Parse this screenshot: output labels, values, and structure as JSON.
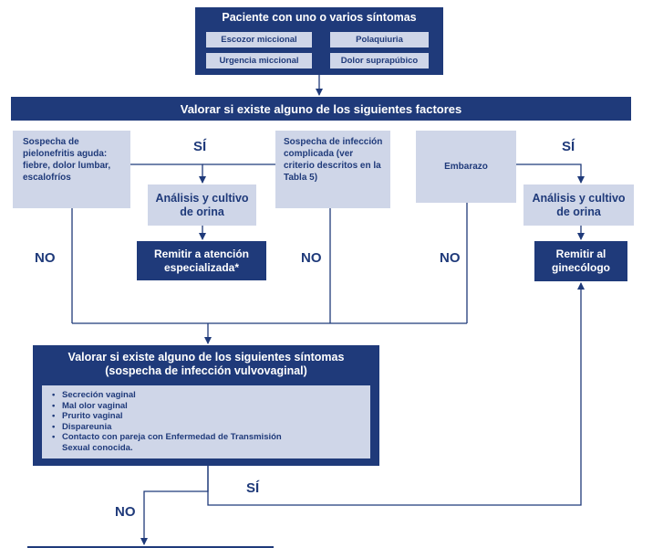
{
  "top": {
    "title": "Paciente con uno o varios síntomas",
    "symptoms": [
      "Escozor miccional",
      "Polaquiuria",
      "Urgencia miccional",
      "Dolor suprapúbico"
    ]
  },
  "factors_banner": "Valorar si existe alguno de los siguientes factores",
  "factor_1": "Sospecha de pielonefritis aguda: fiebre, dolor lumbar, escalofríos",
  "factor_2": "Sospecha de infección complicada (ver criterio descritos en la Tabla 5)",
  "factor_3": "Embarazo",
  "analysis_1": "Análisis y cultivo de orina",
  "analysis_2": "Análisis y cultivo de orina",
  "remit_specialist": "Remitir a atención especializada*",
  "remit_gyn": "Remitir al ginecólogo",
  "labels": {
    "si_1": "SÍ",
    "si_2": "SÍ",
    "si_3": "SÍ",
    "no_1": "NO",
    "no_2": "NO",
    "no_3": "NO",
    "no_4": "NO"
  },
  "symptoms_box": {
    "title": "Valorar si existe alguno de los siguientes síntomas (sospecha de infección vulvovaginal)",
    "items": [
      "Secreción vaginal",
      "Mal olor vaginal",
      "Prurito vaginal",
      "Dispareunia",
      "Contacto con pareja con Enfermedad de Transmisión Sexual conocida."
    ]
  },
  "colors": {
    "dark": "#1f3a7a",
    "light": "#cfd6e8"
  }
}
